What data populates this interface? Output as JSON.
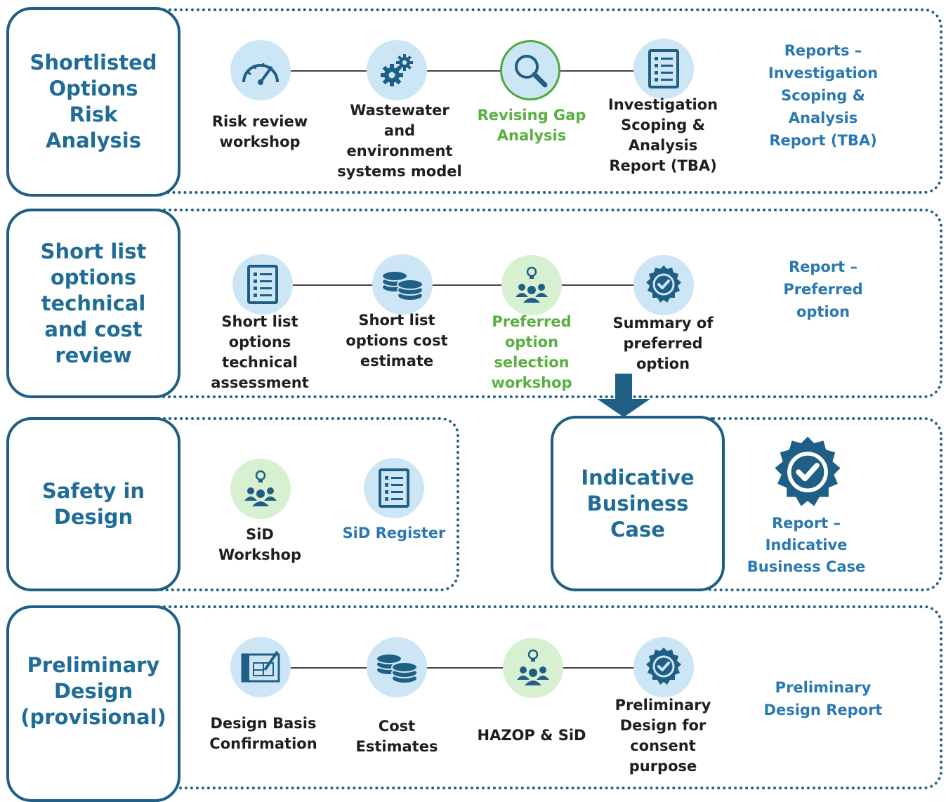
{
  "colors": {
    "primary": "#1f5f86",
    "accent_blue": "#2a78b0",
    "accent_green": "#57b040",
    "icon_blue_bg": "#cde6f6",
    "icon_green_bg": "#d8f0d2"
  },
  "rows": [
    {
      "title": "Shortlisted\nOptions\nRisk\nAnalysis",
      "steps": [
        {
          "icon": "gauge-icon",
          "label": "Risk review\nworkshop"
        },
        {
          "icon": "gears-icon",
          "label": "Wastewater\nand\nenvironment\nsystems model"
        },
        {
          "icon": "magnifier-icon",
          "label": "Revising Gap\nAnalysis"
        },
        {
          "icon": "document-list-icon",
          "label": "Investigation\nScoping &\nAnalysis\nReport (TBA)"
        }
      ],
      "report": "Reports  –\nInvestigation\nScoping &\nAnalysis\nReport (TBA)"
    },
    {
      "title": "Short list\noptions\ntechnical\nand cost\nreview",
      "steps": [
        {
          "icon": "document-list-icon",
          "label": "Short list\noptions\ntechnical\nassessment"
        },
        {
          "icon": "coins-icon",
          "label": "Short list\noptions cost\nestimate"
        },
        {
          "icon": "team-idea-icon",
          "label": "Preferred\noption\nselection\nworkshop"
        },
        {
          "icon": "badge-check-icon",
          "label": "Summary of\npreferred\noption"
        }
      ],
      "report": "Report –\nPreferred\noption"
    },
    {
      "title": "Safety in\nDesign",
      "steps": [
        {
          "icon": "team-idea-icon",
          "label": "SiD\nWorkshop"
        },
        {
          "icon": "document-list-icon",
          "label": "SiD Register"
        }
      ]
    },
    {
      "title": "Preliminary\nDesign\n(provisional)",
      "steps": [
        {
          "icon": "blueprint-icon",
          "label": "Design Basis\nConfirmation"
        },
        {
          "icon": "coins-icon",
          "label": "Cost\nEstimates"
        },
        {
          "icon": "team-idea-icon",
          "label": "HAZOP & SiD"
        },
        {
          "icon": "badge-check-icon",
          "label": "Preliminary\nDesign for\nconsent\npurpose"
        }
      ],
      "report": "Preliminary\nDesign Report"
    }
  ],
  "business_case": {
    "title": "Indicative\nBusiness\nCase",
    "icon": "badge-check-icon",
    "report": "Report –\nIndicative\nBusiness Case"
  }
}
